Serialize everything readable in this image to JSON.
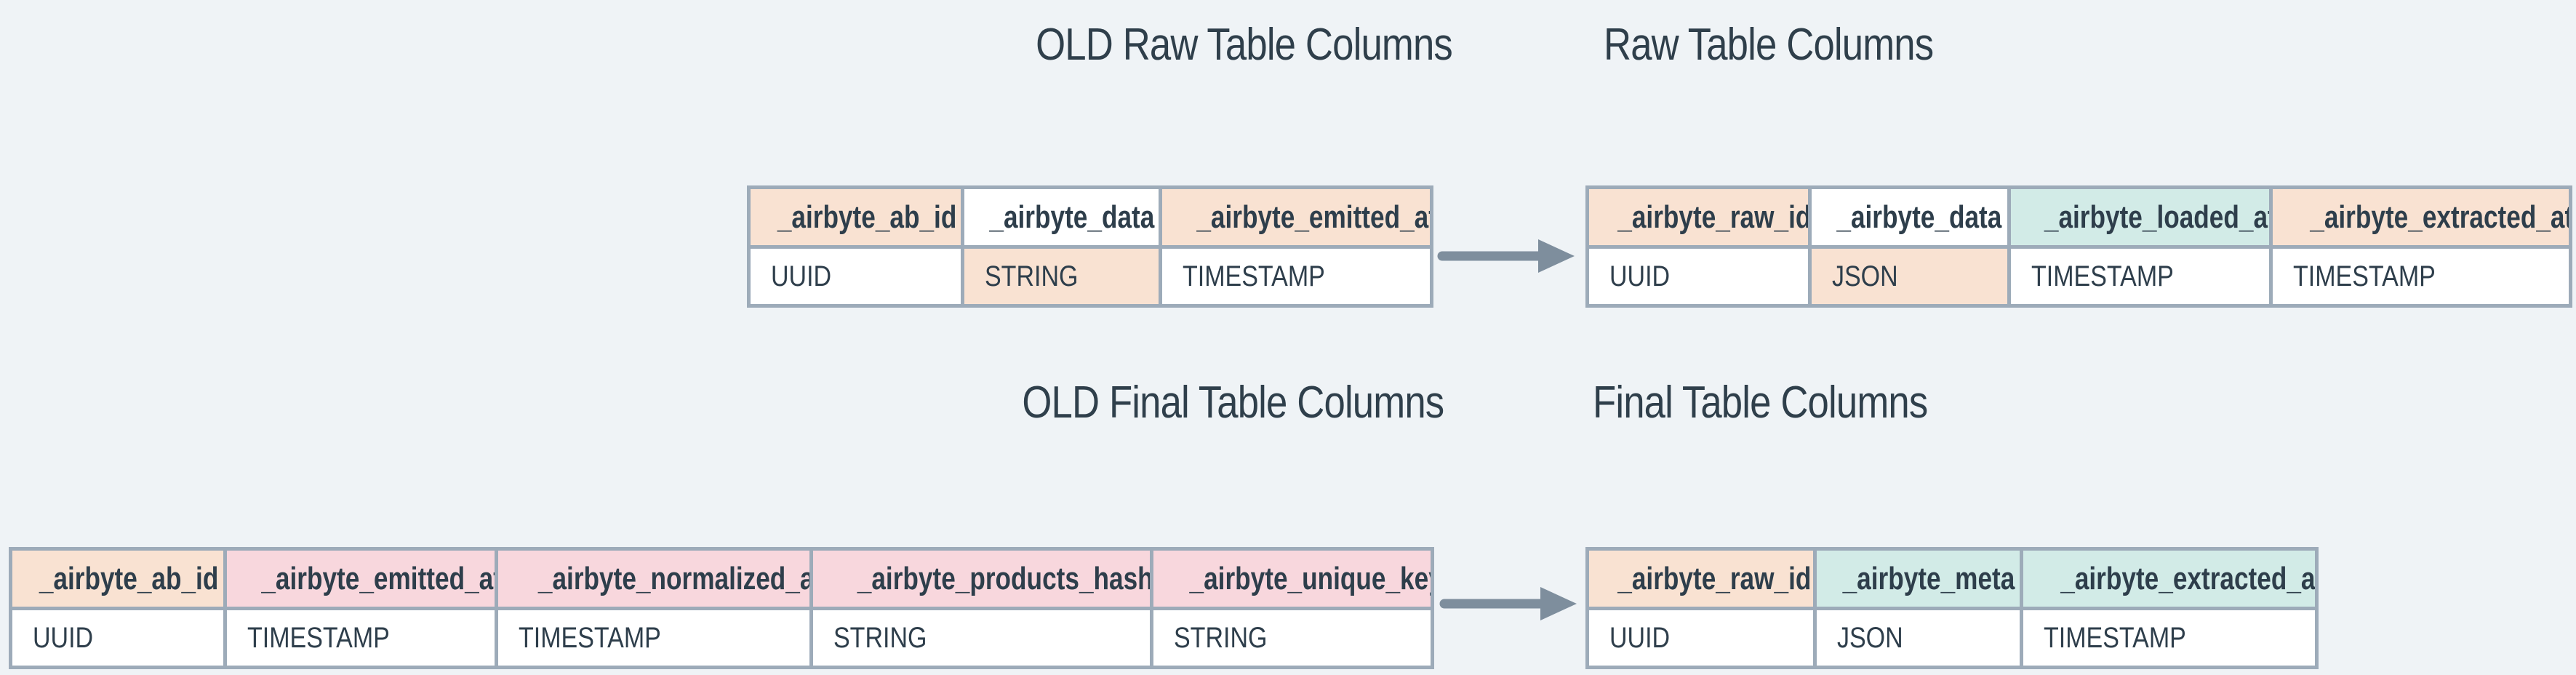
{
  "background": "#eff3f6",
  "colors": {
    "highlight_peach": "#f9e2d2",
    "highlight_pink": "#f8d7dd",
    "highlight_teal": "#d2ebe7",
    "cell_white": "#ffffff",
    "table_border": "#9dabb9",
    "text_dark": "#2e3e4b",
    "title_text": "#2f3f4b",
    "arrow_gray": "#7e8e9d"
  },
  "icons": {
    "raw_arrow": "arrow-right",
    "final_arrow": "arrow-right"
  },
  "titles": {
    "old_raw": "OLD Raw Table Columns",
    "raw": "Raw Table Columns",
    "old_final": "OLD Final Table Columns",
    "final": "Final Table Columns"
  },
  "tables": {
    "old_raw": {
      "columns": [
        {
          "name": "_airbyte_ab_id",
          "type": "UUID",
          "name_highlight": "peach",
          "type_highlight": "white"
        },
        {
          "name": "_airbyte_data",
          "type": "STRING",
          "name_highlight": "white",
          "type_highlight": "peach"
        },
        {
          "name": "_airbyte_emitted_at",
          "type": "TIMESTAMP",
          "name_highlight": "peach",
          "type_highlight": "white"
        }
      ]
    },
    "raw": {
      "columns": [
        {
          "name": "_airbyte_raw_id",
          "type": "UUID",
          "name_highlight": "peach",
          "type_highlight": "white"
        },
        {
          "name": "_airbyte_data",
          "type": "JSON",
          "name_highlight": "white",
          "type_highlight": "peach"
        },
        {
          "name": "_airbyte_loaded_at",
          "type": "TIMESTAMP",
          "name_highlight": "teal",
          "type_highlight": "white"
        },
        {
          "name": "_airbyte_extracted_at",
          "type": "TIMESTAMP",
          "name_highlight": "peach",
          "type_highlight": "white"
        }
      ]
    },
    "old_final": {
      "columns": [
        {
          "name": "_airbyte_ab_id",
          "type": "UUID",
          "name_highlight": "peach",
          "type_highlight": "white"
        },
        {
          "name": "_airbyte_emitted_at",
          "type": "TIMESTAMP",
          "name_highlight": "pink",
          "type_highlight": "white"
        },
        {
          "name": "_airbyte_normalized_at",
          "type": "TIMESTAMP",
          "name_highlight": "pink",
          "type_highlight": "white"
        },
        {
          "name": "_airbyte_products_hashid",
          "type": "STRING",
          "name_highlight": "pink",
          "type_highlight": "white"
        },
        {
          "name": "_airbyte_unique_key",
          "type": "STRING",
          "name_highlight": "pink",
          "type_highlight": "white"
        }
      ]
    },
    "final": {
      "columns": [
        {
          "name": "_airbyte_raw_id",
          "type": "UUID",
          "name_highlight": "peach",
          "type_highlight": "white"
        },
        {
          "name": "_airbyte_meta",
          "type": "JSON",
          "name_highlight": "teal",
          "type_highlight": "white"
        },
        {
          "name": "_airbyte_extracted_at",
          "type": "TIMESTAMP",
          "name_highlight": "teal",
          "type_highlight": "white"
        }
      ]
    }
  }
}
